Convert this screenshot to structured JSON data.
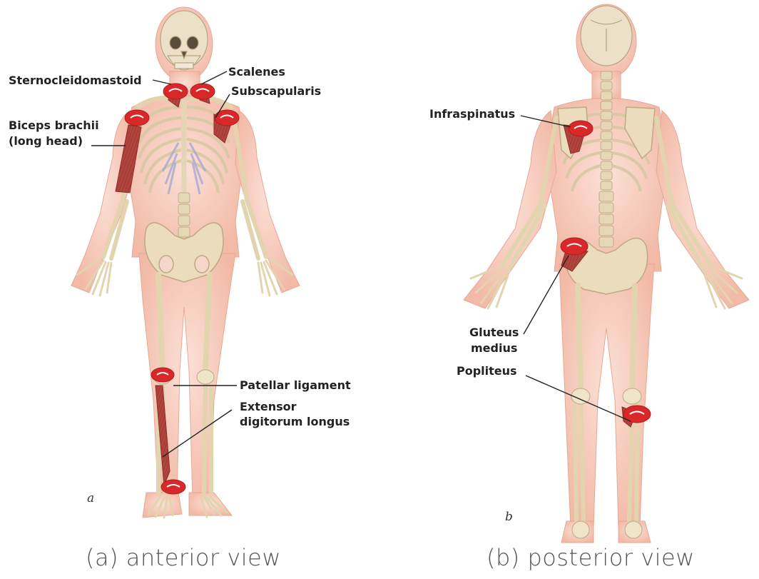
{
  "anterior": {
    "letter": "a",
    "caption": "(a) anterior view",
    "labels": {
      "sternocleidomastoid": "Sternocleidomastoid",
      "scalenes": "Scalenes",
      "subscapularis": "Subscapularis",
      "biceps_line1": "Biceps brachii",
      "biceps_line2": "(long head)",
      "patellar": "Patellar ligament",
      "extensor_line1": "Extensor",
      "extensor_line2": "digitorum longus"
    }
  },
  "posterior": {
    "letter": "b",
    "caption": "(b) posterior view",
    "labels": {
      "infraspinatus": "Infraspinatus",
      "gluteus_line1": "Gluteus",
      "gluteus_line2": "medius",
      "popliteus": "Popliteus"
    }
  },
  "colors": {
    "skin": "#f6c7b8",
    "bone": "#e9dcc0",
    "bone_shadow": "#cbbb96",
    "muscle": "#b2443e",
    "marker": "#d8282a"
  }
}
